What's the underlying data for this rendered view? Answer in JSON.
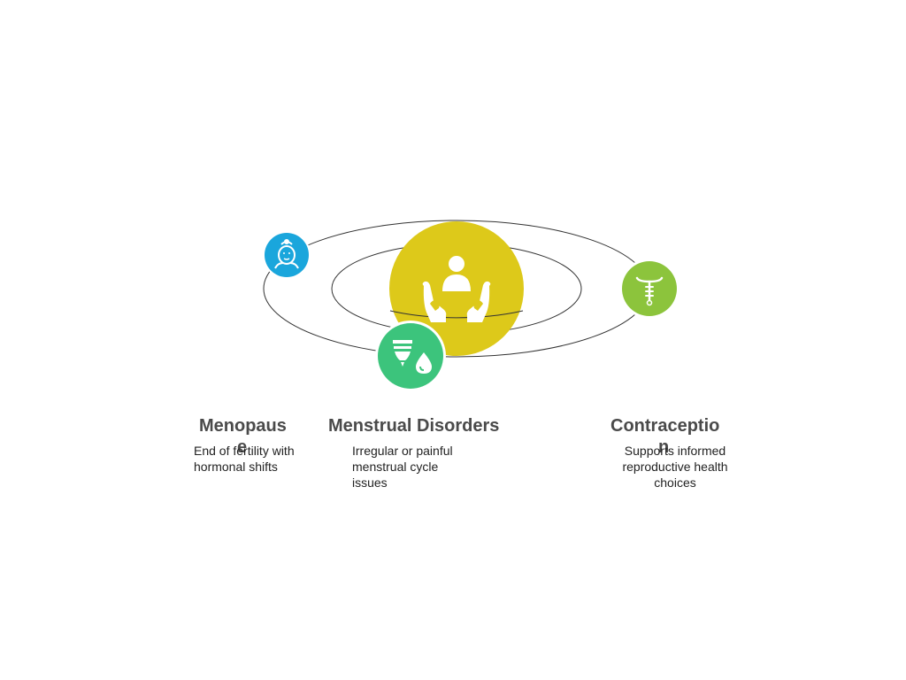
{
  "nodes": {
    "menopause": {
      "title_main": "Menopaus",
      "title_wrap": "e",
      "description": "End of fertility with hormonal shifts",
      "color": "#1aa6dc"
    },
    "menstrual_disorders": {
      "title": "Menstrual Disorders",
      "description": "Irregular or painful menstrual cycle issues",
      "color": "#3cc47c"
    },
    "contraception": {
      "title_main": "Contraceptio",
      "title_wrap": "n",
      "description": "Supports informed reproductive health choices",
      "color": "#8cc43c"
    },
    "center": {
      "icon": "caring-hands-person-icon",
      "color": "#ddc91a"
    }
  },
  "icons": {
    "menopause": "woman-face-icon",
    "menstrual_disorders": "menstrual-cup-drop-icon",
    "contraception": "iud-icon"
  }
}
